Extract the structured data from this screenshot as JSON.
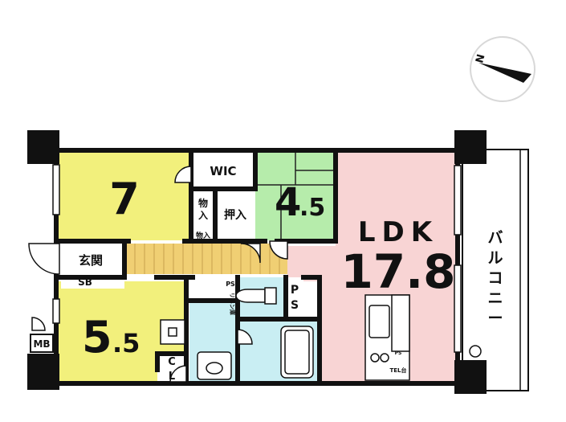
{
  "compass": {
    "north": "N"
  },
  "rooms": {
    "bed7": {
      "size": "7",
      "color": "#f2f07c"
    },
    "bed55": {
      "size_int": "5",
      "size_dec": ".5",
      "color": "#f2f07c"
    },
    "washitsu": {
      "size_int": "4",
      "size_dec": ".5",
      "color": "#b6ecab"
    },
    "ldk": {
      "label": "LDK",
      "size": "17.8",
      "color": "#f8d4d4"
    },
    "hall": {
      "color": "#f0cf73"
    },
    "wet": {
      "color": "#c9eef3"
    }
  },
  "labels": {
    "wic": "WIC",
    "monoire1": [
      "物",
      "入"
    ],
    "monoire2": "物入",
    "oshiire": "押入",
    "genkan": "玄関",
    "sb": "SB",
    "mb": "MB",
    "cl": [
      "C",
      "L"
    ],
    "ps1": "PS",
    "ps2": [
      "P",
      "S"
    ],
    "ps3": "PS",
    "linen": "リネン庫",
    "tel": "TEL台",
    "balcony": [
      "バ",
      "ル",
      "コ",
      "ニ",
      "ー"
    ]
  }
}
